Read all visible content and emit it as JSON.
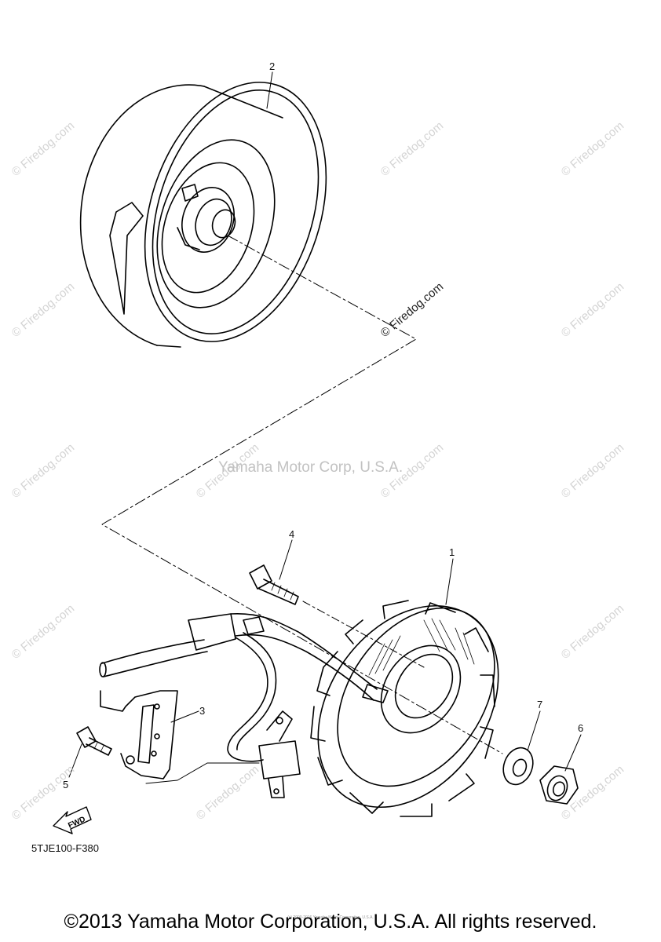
{
  "diagram": {
    "drawing_code": "5TJE100-F380",
    "center_watermark": "Yamaha Motor Corp, U.S.A.",
    "watermark_text": "© Firedog.com",
    "copyright": "©2013 Yamaha Motor Corporation, U.S.A. All rights reserved.",
    "tiny_note": "(c) 2000-2016 Yamaha Motor Corporation, U.S.A.",
    "fwd_label": "FWD",
    "callouts": [
      "1",
      "2",
      "3",
      "4",
      "5",
      "6",
      "7"
    ]
  }
}
